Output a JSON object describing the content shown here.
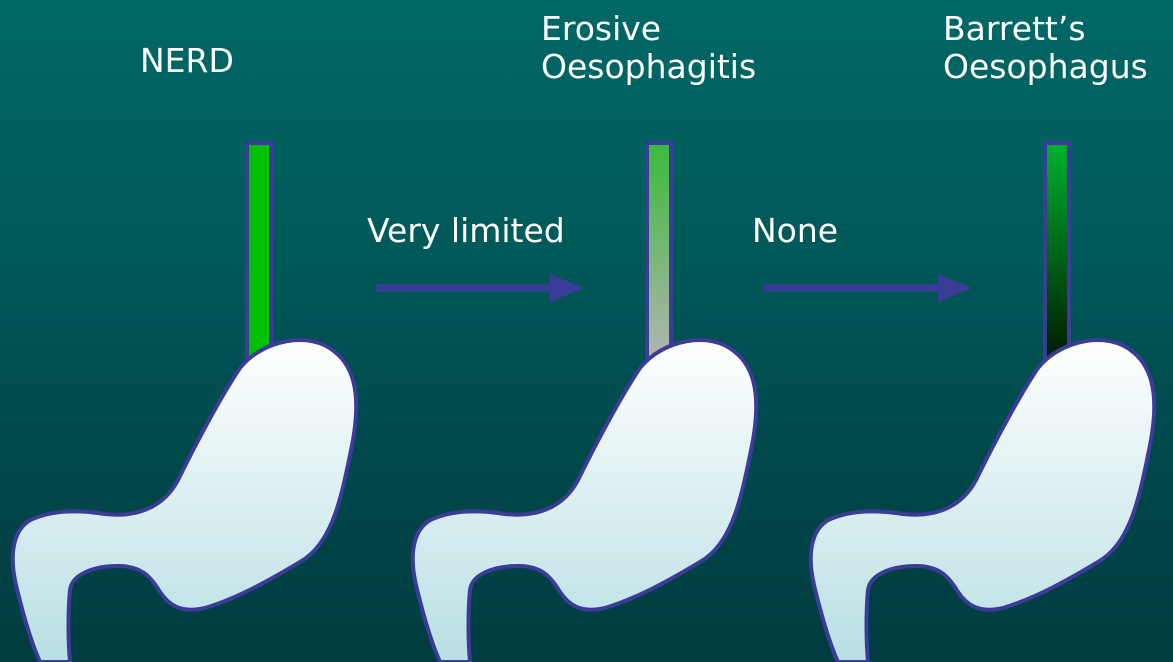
{
  "stages": [
    {
      "title_lines": [
        "NERD"
      ],
      "oesophagus_gradient": [
        "#00c000",
        "#00c000"
      ]
    },
    {
      "title_lines": [
        "Erosive",
        "Oesophagitis"
      ],
      "oesophagus_gradient": [
        "#3aba3a",
        "#b4b4b4"
      ]
    },
    {
      "title_lines": [
        "Barrett’s",
        "Oesophagus"
      ],
      "oesophagus_gradient": [
        "#00b030",
        "#001a00"
      ]
    }
  ],
  "transitions": [
    {
      "label": "Very limited"
    },
    {
      "label": "None"
    }
  ],
  "colors": {
    "outline": "#3a3c98",
    "arrow": "#3a3c98",
    "stomach_top": "#ffffff",
    "stomach_bottom": "#b8dfe3"
  }
}
